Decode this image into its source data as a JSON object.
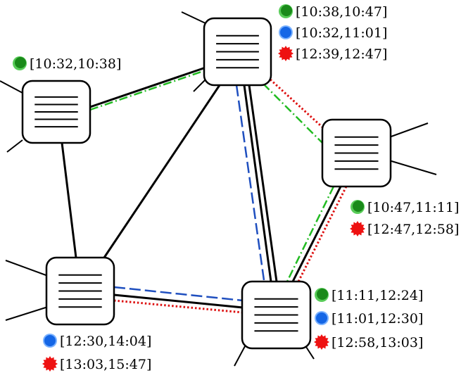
{
  "colors": {
    "green": "#1a8a1a",
    "green_line": "#22bb22",
    "blue": "#1466e6",
    "blue_line": "#1f4fbf",
    "red": "#ee1111",
    "red_line": "#dd1111",
    "black": "#000000"
  },
  "nodes": [
    {
      "id": "n1",
      "labels": [
        {
          "marker": "green",
          "text": "[10:32,10:38]"
        }
      ]
    },
    {
      "id": "n2",
      "labels": [
        {
          "marker": "green",
          "text": "[10:38,10:47]"
        },
        {
          "marker": "blue",
          "text": "[10:32,11:01]"
        },
        {
          "marker": "red",
          "text": "[12:39,12:47]"
        }
      ]
    },
    {
      "id": "n3",
      "labels": [
        {
          "marker": "green",
          "text": "[10:47,11:11]"
        },
        {
          "marker": "red",
          "text": "[12:47,12:58]"
        }
      ]
    },
    {
      "id": "n4",
      "labels": [
        {
          "marker": "blue",
          "text": "[12:30,14:04]"
        },
        {
          "marker": "red",
          "text": "[13:03,15:47]"
        }
      ]
    },
    {
      "id": "n5",
      "labels": [
        {
          "marker": "green",
          "text": "[11:11,12:24]"
        },
        {
          "marker": "blue",
          "text": "[11:01,12:30]"
        },
        {
          "marker": "red",
          "text": "[12:58,13:03]"
        }
      ]
    }
  ],
  "edges": [
    {
      "from": "n1",
      "to": "n2",
      "styles": [
        "black",
        "green"
      ]
    },
    {
      "from": "n1",
      "to": "n4",
      "styles": [
        "black"
      ]
    },
    {
      "from": "n2",
      "to": "n4",
      "styles": [
        "black"
      ]
    },
    {
      "from": "n2",
      "to": "n3",
      "styles": [
        "green",
        "red"
      ]
    },
    {
      "from": "n2",
      "to": "n5",
      "styles": [
        "blue",
        "black",
        "black"
      ]
    },
    {
      "from": "n3",
      "to": "n5",
      "styles": [
        "green",
        "black",
        "red"
      ]
    },
    {
      "from": "n4",
      "to": "n5",
      "styles": [
        "blue",
        "black",
        "red"
      ]
    }
  ]
}
